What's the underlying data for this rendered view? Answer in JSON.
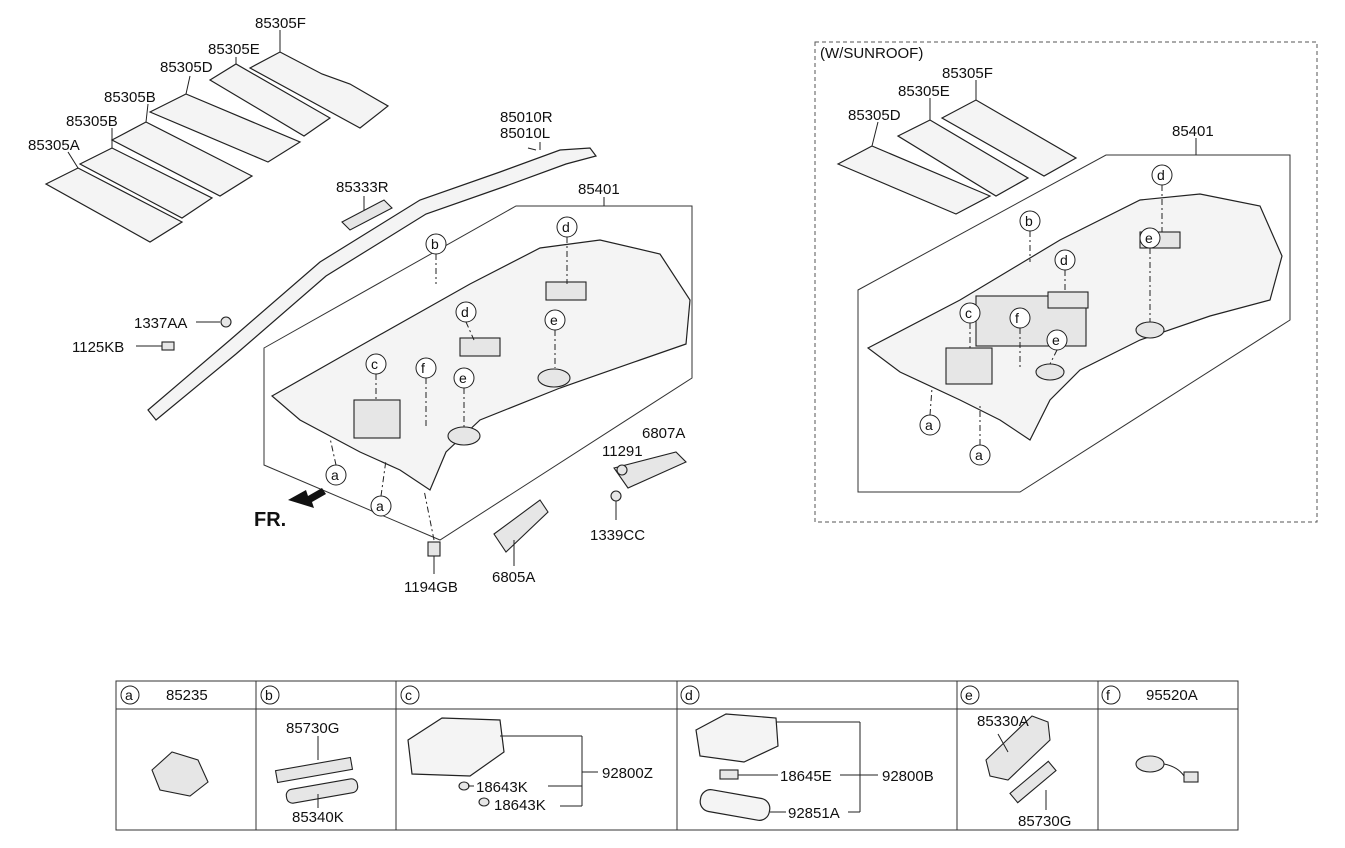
{
  "main": {
    "pads": [
      "85305F",
      "85305E",
      "85305D",
      "85305B",
      "85305B",
      "85305A"
    ],
    "airbag": [
      "85010R",
      "85010L"
    ],
    "bracket": "85333R",
    "headliner": "85401",
    "bolt1": "1337AA",
    "bolt2": "1125KB",
    "fr": "FR.",
    "p11291": "11291",
    "p6807A": "6807A",
    "p1339CC": "1339CC",
    "p6805A": "6805A",
    "p1194GB": "1194GB",
    "refs": [
      "a",
      "a",
      "b",
      "c",
      "d",
      "d",
      "e",
      "e",
      "f"
    ]
  },
  "sunroof": {
    "title": "(W/SUNROOF)",
    "pads": [
      "85305F",
      "85305E",
      "85305D"
    ],
    "headliner": "85401",
    "refs": [
      "a",
      "a",
      "b",
      "c",
      "d",
      "d",
      "e",
      "e",
      "f"
    ]
  },
  "legend": {
    "headers": [
      {
        "letter": "a",
        "part": "85235"
      },
      {
        "letter": "b",
        "part": ""
      },
      {
        "letter": "c",
        "part": ""
      },
      {
        "letter": "d",
        "part": ""
      },
      {
        "letter": "e",
        "part": ""
      },
      {
        "letter": "f",
        "part": "95520A"
      }
    ],
    "b": {
      "top": "85730G",
      "bottom": "85340K"
    },
    "c": {
      "k1": "18643K",
      "k2": "18643K",
      "main": "92800Z"
    },
    "d": {
      "e": "18645E",
      "a": "92851A",
      "main": "92800B"
    },
    "e": {
      "top": "85330A",
      "bottom": "85730G"
    }
  }
}
